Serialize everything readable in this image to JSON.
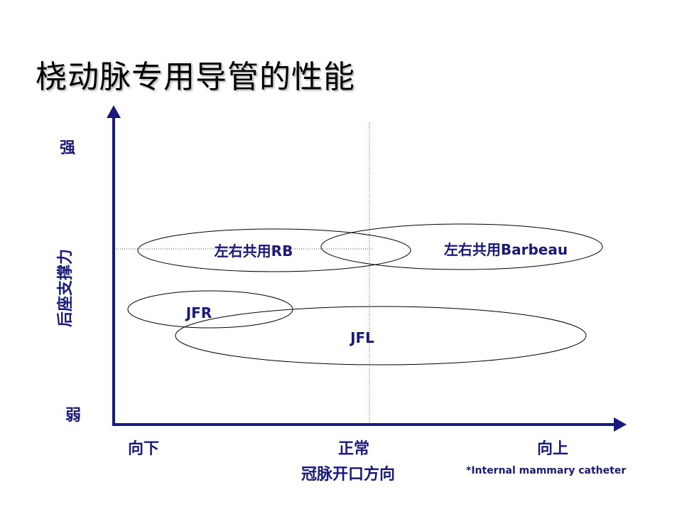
{
  "title": "桡动脉专用导管的性能",
  "y_axis": {
    "title": "后座支撑力",
    "high": "强",
    "low": "弱"
  },
  "x_axis": {
    "title": "冠脉开口方向",
    "left": "向下",
    "center": "正常",
    "right": "向上"
  },
  "ovals": [
    {
      "label": "左右共用RB"
    },
    {
      "label": "左右共用Barbeau"
    },
    {
      "label": "JFR"
    },
    {
      "label": "JFL"
    }
  ],
  "note": "*Internal mammary catheter",
  "colors": {
    "axis": "#1a1a7a",
    "text": "#1a1a7a",
    "title": "#000000"
  }
}
